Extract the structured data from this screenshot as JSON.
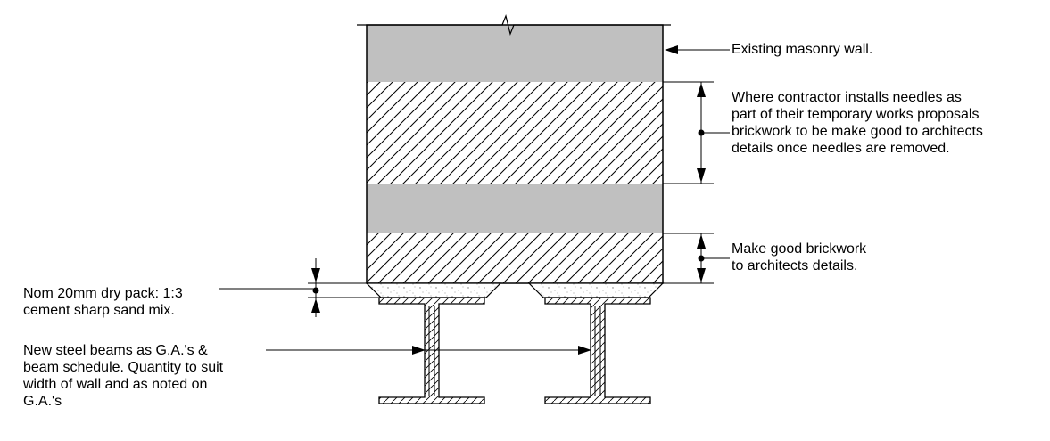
{
  "notes": {
    "existing_wall": [
      "Existing masonry wall."
    ],
    "needles": [
      "Where contractor installs needles as",
      "part of their temporary works proposals",
      "brickwork to be make good to architects",
      "details once needles are removed."
    ],
    "make_good": [
      "Make good brickwork",
      "to architects details."
    ],
    "dry_pack": [
      "Nom 20mm dry pack: 1:3",
      "cement sharp sand mix."
    ],
    "steel_beams": [
      "New steel beams as G.A.'s &",
      "beam schedule. Quantity to suit",
      "width of wall and as noted on",
      "G.A.'s"
    ]
  },
  "colors": {
    "line": "#000000",
    "grey_band": "#c0c0c0",
    "hatch": "#000000",
    "packing": "#dddddd"
  }
}
